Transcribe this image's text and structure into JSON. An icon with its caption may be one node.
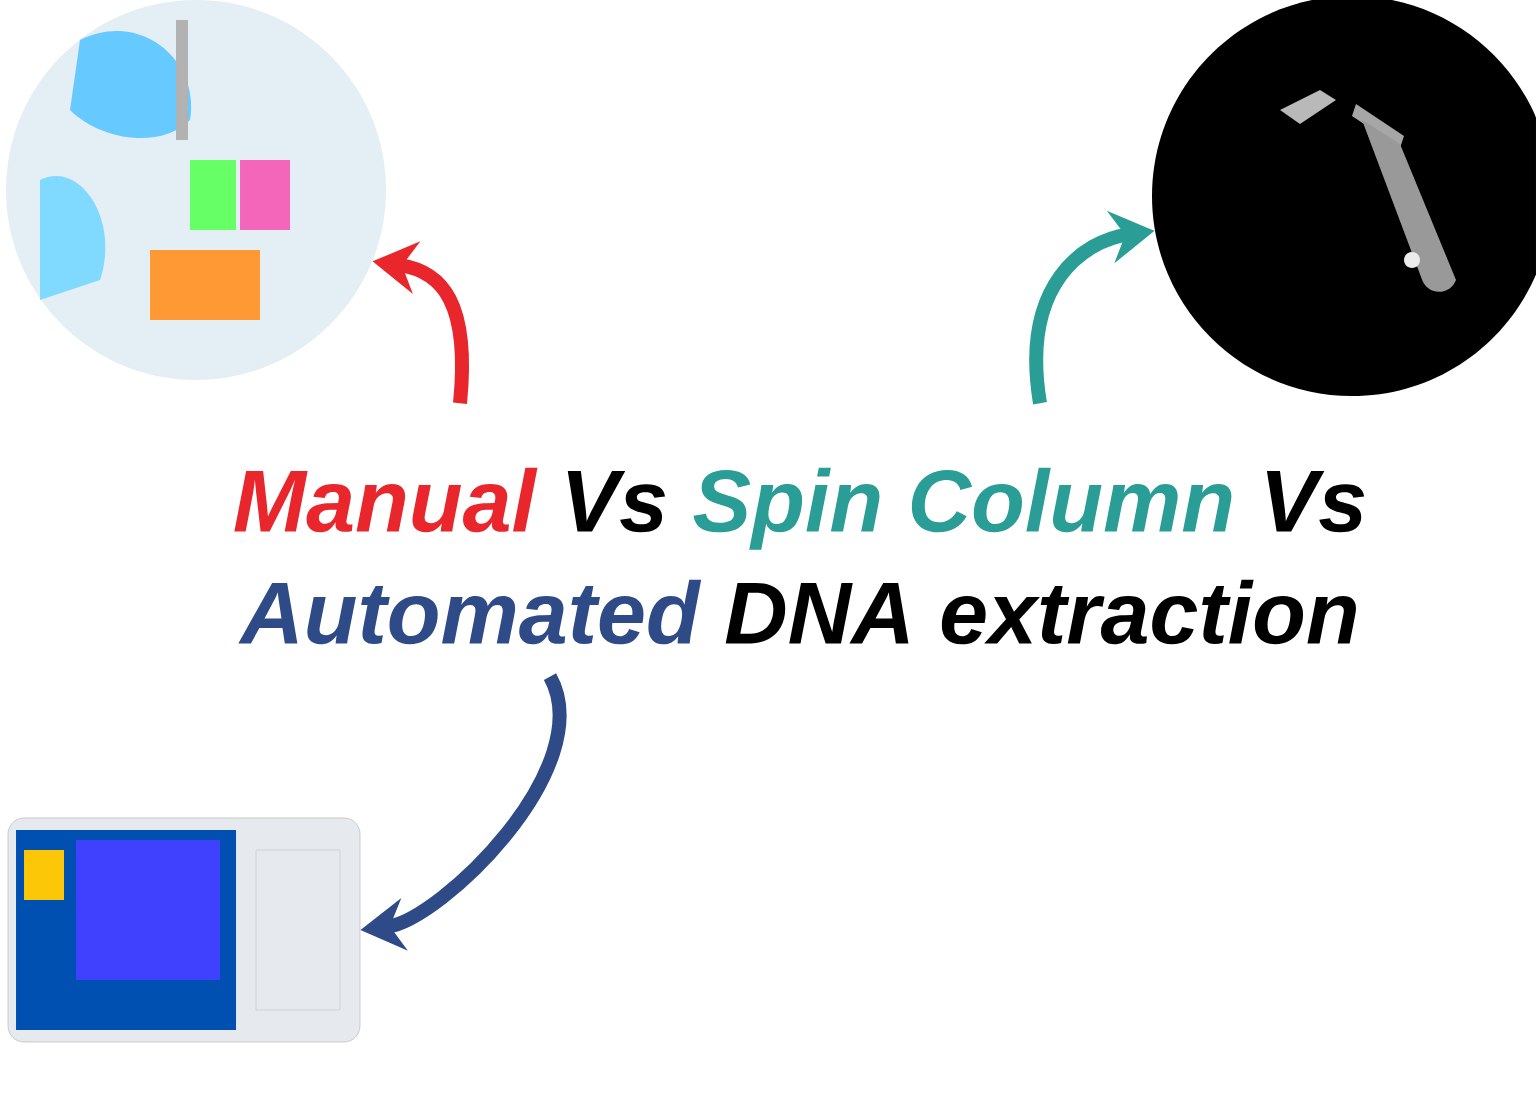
{
  "diagram": {
    "nodes": [
      {
        "text": [
          "Manual",
          "Vs",
          "Spin Column",
          "Vs",
          "Automated",
          "DNA extraction"
        ]
      },
      {
        "text": [],
        "shape": "picture"
      },
      {
        "text": [],
        "shape": "picture"
      },
      {
        "text": [],
        "shape": "picture"
      }
    ],
    "edges": [
      {
        "from": 0,
        "to": 1,
        "arrow": "to",
        "color": "#e8262b"
      },
      {
        "from": 0,
        "to": 2,
        "arrow": "to",
        "color": "#2a9d96"
      },
      {
        "from": 0,
        "to": 3,
        "arrow": "to",
        "color": "#2e4a87"
      }
    ]
  }
}
